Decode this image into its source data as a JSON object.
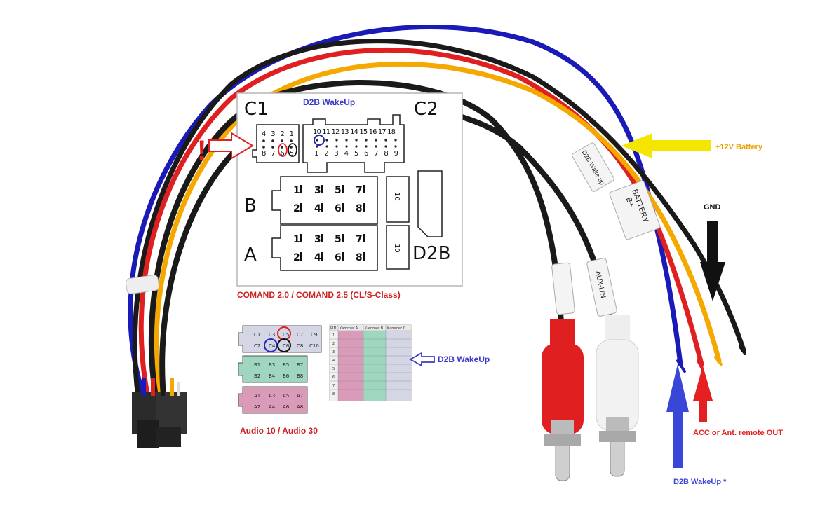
{
  "labels": {
    "d2b_top": "D2B WakeUp",
    "c1": "C1",
    "c2": "C2",
    "conn_b": "B",
    "conn_a": "A",
    "d2b": "D2B",
    "c2_top_pins": "10 11 12 13 14 15 16 17 18",
    "c2_bottom_pins": "1 2 3 4 5 6 7 8 9",
    "c1_top_pins": "4 3 2 1",
    "c1_bottom_pins": "8 7 6 5",
    "pin_10": "10",
    "comand_caption": "COMAND 2.0 / COMAND 2.5 (CL/S-Class)",
    "audio_caption": "Audio 10 / Audio 30",
    "d2b_mid": "D2B WakeUp",
    "battery": "+12V Battery",
    "gnd": "GND",
    "acc": "ACC or Ant. remote OUT",
    "d2b_bottom": "D2B WakeUp *",
    "tag_battery_1": "B+",
    "tag_battery_2": "BATTERY",
    "tag_d2b": "D2B Wake up",
    "tag_aux": "AUX-L/N",
    "exclamation": "!"
  },
  "pins_ab": [
    "1",
    "3",
    "5",
    "7",
    "2",
    "4",
    "6",
    "8"
  ],
  "audio_c": [
    "C1",
    "C3",
    "C5",
    "C7",
    "C9",
    "C2",
    "C4",
    "C6",
    "C8",
    "C10"
  ],
  "audio_b": [
    "B1",
    "B3",
    "B5",
    "B7",
    "B2",
    "B4",
    "B6",
    "B8"
  ],
  "audio_a": [
    "A1",
    "A3",
    "A5",
    "A7",
    "A2",
    "A4",
    "A6",
    "A8"
  ],
  "table": {
    "headers": [
      "PIN",
      "Kammer A",
      "Kammer B",
      "Kammer C"
    ],
    "pins": [
      "1",
      "2",
      "3",
      "4",
      "5",
      "6",
      "7",
      "8"
    ]
  },
  "colors": {
    "red": "#e02020",
    "blue": "#1a1ab8",
    "yellow": "#f5a800",
    "black": "#1a1a1a",
    "caption_red": "#cc2222",
    "d2b_blue": "#3b3bc8",
    "arrow_yellow": "#f5e600",
    "arrow_blue": "#3a46d8",
    "arrow_red": "#e52020"
  }
}
